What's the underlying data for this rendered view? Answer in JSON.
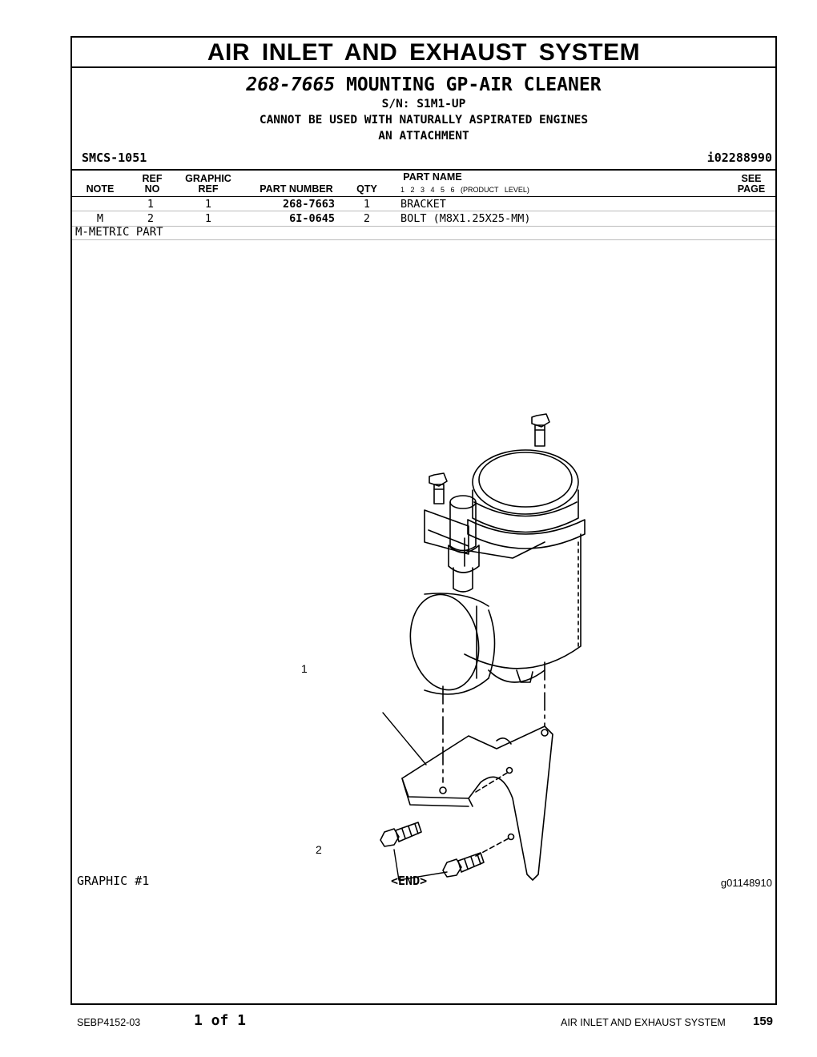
{
  "section_title": "AIR INLET AND EXHAUST SYSTEM",
  "group": {
    "part_number": "268-7665",
    "name": "MOUNTING GP-AIR CLEANER",
    "serial": "S/N: S1M1-UP",
    "note1": "CANNOT BE USED WITH NATURALLY ASPIRATED ENGINES",
    "note2": "AN ATTACHMENT"
  },
  "smcs": "SMCS-1051",
  "info_id": "i02288990",
  "table": {
    "headers": {
      "note": "NOTE",
      "ref_top": "REF",
      "ref_bottom": "NO",
      "graphic_top": "GRAPHIC",
      "graphic_bottom": "REF",
      "part_number": "PART NUMBER",
      "qty": "QTY",
      "part_name": "PART NAME",
      "product_level": "1 2 3 4 5 6 (PRODUCT LEVEL)",
      "see_top": "SEE",
      "see_bottom": "PAGE"
    },
    "rows": [
      {
        "note": "",
        "ref": "1",
        "graphic": "1",
        "part_number": "268-7663",
        "qty": "1",
        "name": "BRACKET"
      },
      {
        "note": "M",
        "ref": "2",
        "graphic": "1",
        "part_number": "6I-0645",
        "qty": "2",
        "name": "BOLT (M8X1.25X25-MM)"
      }
    ]
  },
  "notes": "M-METRIC PART",
  "diagram": {
    "callout_1": "1",
    "callout_2": "2"
  },
  "graphic_label": "GRAPHIC #1",
  "end_label": "<END>",
  "graphic_id": "g01148910",
  "footer": {
    "doc": "SEBP4152-03",
    "page_of": "1 of 1",
    "section": "AIR INLET AND EXHAUST SYSTEM",
    "page_number": "159"
  }
}
